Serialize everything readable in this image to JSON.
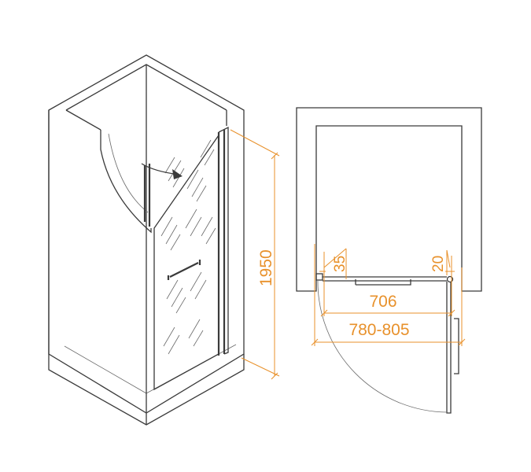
{
  "colors": {
    "line": "#3a3a3a",
    "dimension": "#e8912b",
    "background": "#ffffff"
  },
  "dimensions": {
    "height": "1950",
    "left_profile": "35",
    "right_profile": "20",
    "door_width": "706",
    "install_range": "780-805"
  }
}
